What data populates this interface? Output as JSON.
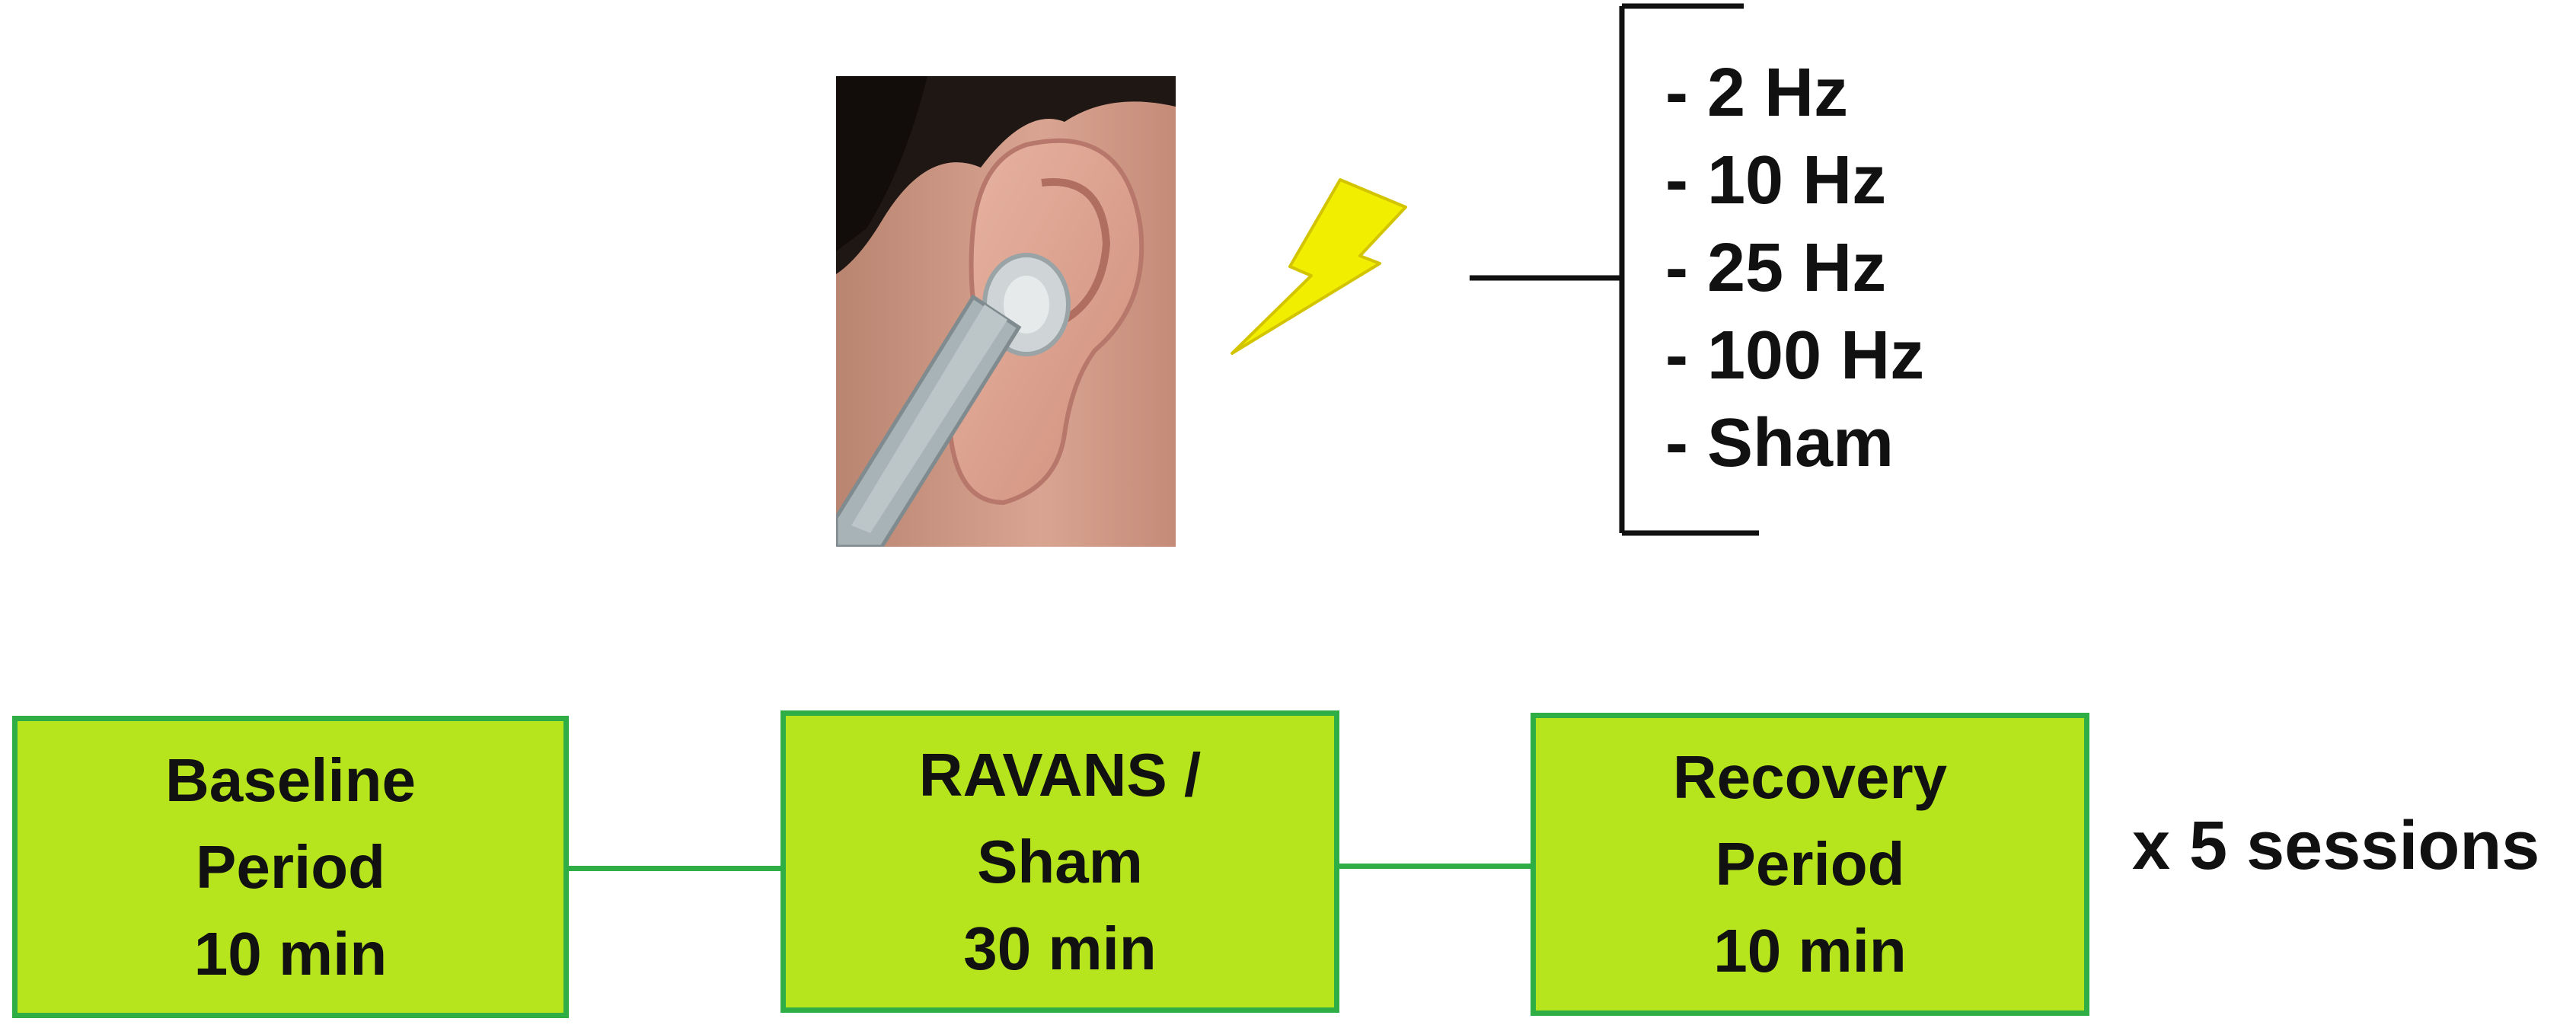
{
  "frequencies": [
    "- 2 Hz",
    "- 10 Hz",
    "- 25 Hz",
    "- 100 Hz",
    "- Sham"
  ],
  "stages": [
    {
      "text": "Baseline\nPeriod\n10 min"
    },
    {
      "text": "RAVANS /\nSham\n30 min"
    },
    {
      "text": "Recovery\nPeriod\n10 min"
    }
  ],
  "repeat_label": "x 5 sessions",
  "colors": {
    "stage_fill": "#b6e51d",
    "stage_border": "#2fae46",
    "bolt_fill": "#f2ee00",
    "text": "#111111"
  },
  "icons": [
    "ear-photo",
    "lightning-bolt-icon",
    "bracket"
  ]
}
